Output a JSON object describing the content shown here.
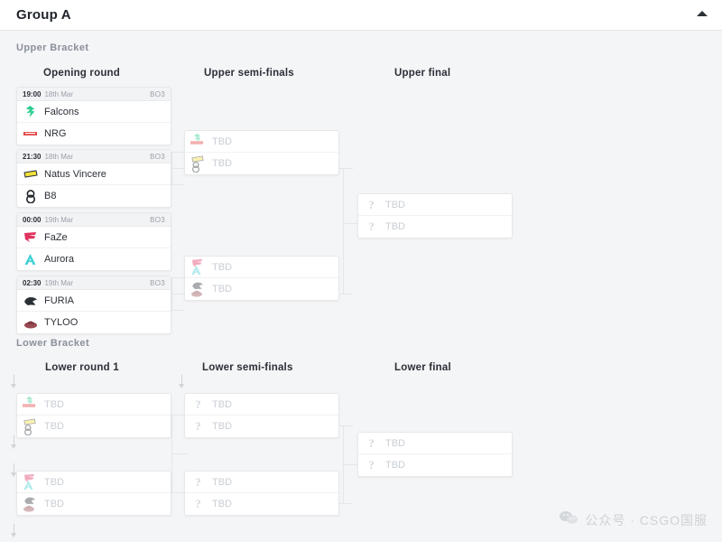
{
  "header": {
    "title": "Group A",
    "collapse_icon": "chevron-up-icon"
  },
  "brackets": {
    "upper_label": "Upper Bracket",
    "lower_label": "Lower Bracket"
  },
  "rounds": {
    "opening": "Opening round",
    "upper_semis": "Upper semi-finals",
    "upper_final": "Upper final",
    "lower_r1": "Lower round 1",
    "lower_semis": "Lower semi-finals",
    "lower_final": "Lower final"
  },
  "tbd_label": "TBD",
  "matches": {
    "m1": {
      "time": "19:00",
      "date": "18th Mar",
      "format": "BO3",
      "teams": [
        {
          "name": "Falcons",
          "logo": "falcons-logo",
          "color": "#2ecc8f"
        },
        {
          "name": "NRG",
          "logo": "nrg-logo",
          "color": "#e23b3b"
        }
      ]
    },
    "m2": {
      "time": "21:30",
      "date": "18th Mar",
      "format": "BO3",
      "teams": [
        {
          "name": "Natus Vincere",
          "logo": "navi-logo",
          "color": "#f3e03b"
        },
        {
          "name": "B8",
          "logo": "b8-logo",
          "color": "#1f2329"
        }
      ]
    },
    "m3": {
      "time": "00:00",
      "date": "19th Mar",
      "format": "BO3",
      "teams": [
        {
          "name": "FaZe",
          "logo": "faze-logo",
          "color": "#e0335e"
        },
        {
          "name": "Aurora",
          "logo": "aurora-logo",
          "color": "#3ecfd4"
        }
      ]
    },
    "m4": {
      "time": "02:30",
      "date": "19th Mar",
      "format": "BO3",
      "teams": [
        {
          "name": "FURIA",
          "logo": "furia-logo",
          "color": "#2b2f36"
        },
        {
          "name": "TYLOO",
          "logo": "tyloo-logo",
          "color": "#9b4a52"
        }
      ]
    }
  },
  "watermark": {
    "icon": "wechat-icon",
    "text": "公众号 · CSGO国服"
  },
  "colors": {
    "page_bg": "#f4f5f7",
    "card_bg": "#ffffff",
    "connector": "#e4e6e9",
    "muted_text": "#8a9099",
    "tbd_text": "#c9ced4"
  }
}
